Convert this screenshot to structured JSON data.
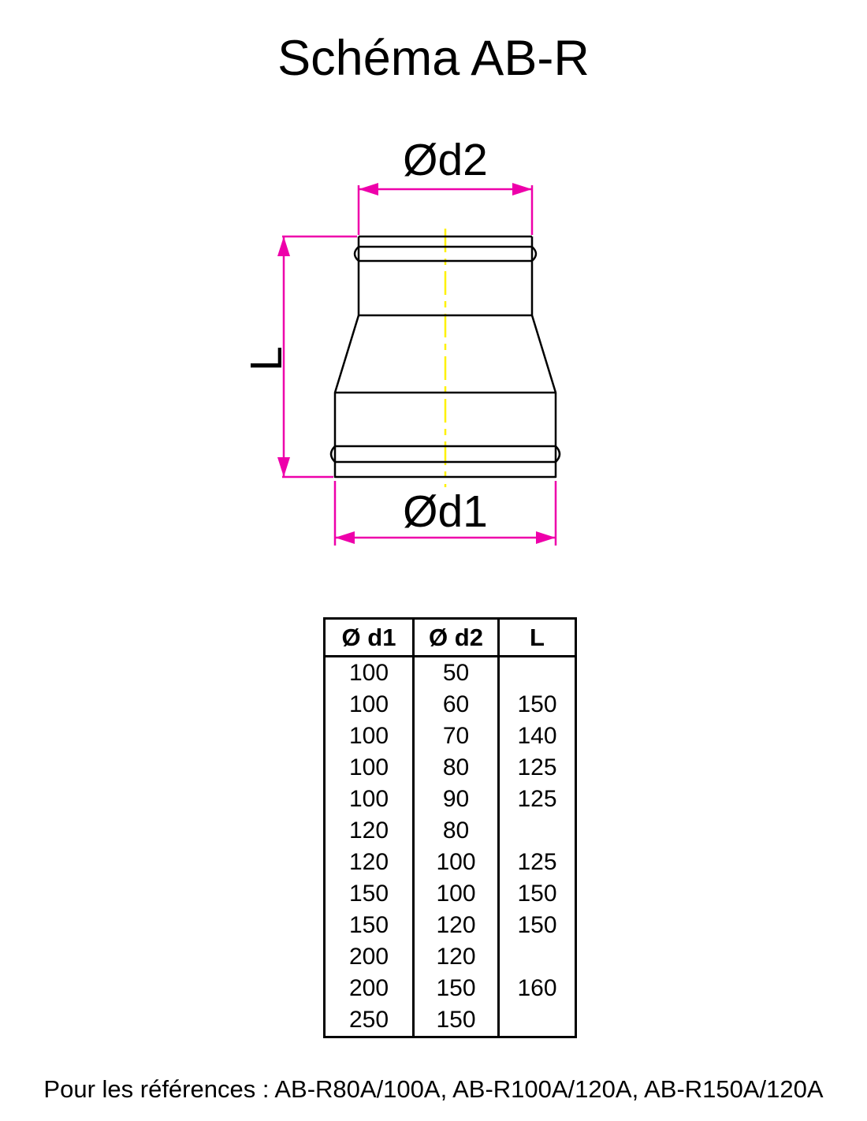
{
  "title": "Schéma AB-R",
  "drawing": {
    "d2_label": "Ød2",
    "d1_label": "Ød1",
    "length_label": "L"
  },
  "colors": {
    "dimension": "#EE00AA",
    "centerline": "#FFF200",
    "outline": "#000000"
  },
  "table": {
    "headers": [
      "Ø d1",
      "Ø d2",
      "L"
    ],
    "rows": [
      {
        "d1": "100",
        "d2": "50",
        "L": ""
      },
      {
        "d1": "100",
        "d2": "60",
        "L": "150"
      },
      {
        "d1": "100",
        "d2": "70",
        "L": "140"
      },
      {
        "d1": "100",
        "d2": "80",
        "L": "125"
      },
      {
        "d1": "100",
        "d2": "90",
        "L": "125"
      },
      {
        "d1": "120",
        "d2": "80",
        "L": ""
      },
      {
        "d1": "120",
        "d2": "100",
        "L": "125"
      },
      {
        "d1": "150",
        "d2": "100",
        "L": "150"
      },
      {
        "d1": "150",
        "d2": "120",
        "L": "150"
      },
      {
        "d1": "200",
        "d2": "120",
        "L": ""
      },
      {
        "d1": "200",
        "d2": "150",
        "L": "160"
      },
      {
        "d1": "250",
        "d2": "150",
        "L": ""
      }
    ]
  },
  "footer": "Pour les références : AB-R80A/100A, AB-R100A/120A, AB-R150A/120A"
}
